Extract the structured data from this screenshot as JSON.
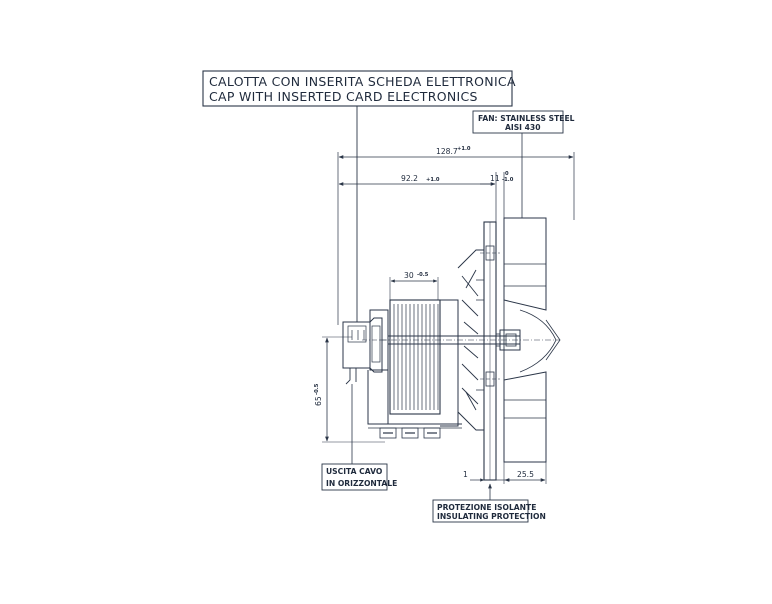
{
  "callouts": {
    "cap_it": "CALOTTA CON INSERITA SCHEDA ELETTRONICA",
    "cap_en": "CAP WITH INSERTED CARD ELECTRONICS",
    "fan_1": "FAN: STAINLESS STEEL",
    "fan_2": "AISI 430",
    "cable_1": "USCITA CAVO",
    "cable_2": "IN ORIZZONTALE",
    "prot_1": "PROTEZIONE ISOLANTE",
    "prot_2": "INSULATING PROTECTION"
  },
  "dimensions": {
    "total_width": "128.7",
    "total_width_tol": "+1.0",
    "motor_width": "92.2",
    "motor_width_tol": "+1.0",
    "flange_gap": "11",
    "flange_gap_tol_upper": "0",
    "flange_gap_tol_lower": "-1.0",
    "winding_width": "30",
    "winding_width_tol": "-0.5",
    "height": "65",
    "height_tol": "-0.5",
    "plate_thickness": "1",
    "fan_width": "25.5"
  }
}
